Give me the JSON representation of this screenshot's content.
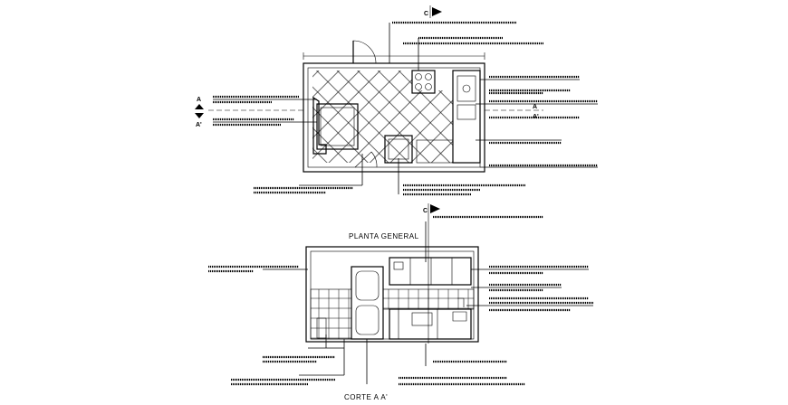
{
  "labels": {
    "plan_title": "PLANTA GENERAL",
    "section_title": "CORTE A A'",
    "section_marker_top": "C",
    "section_marker_mid": "C",
    "cut_marker_a": "A",
    "cut_marker_a_prime": "A'",
    "cut_marker_right_a": "A",
    "cut_marker_right_a_prime": "A'"
  },
  "colors": {
    "ink": "#000000",
    "background": "#ffffff"
  }
}
